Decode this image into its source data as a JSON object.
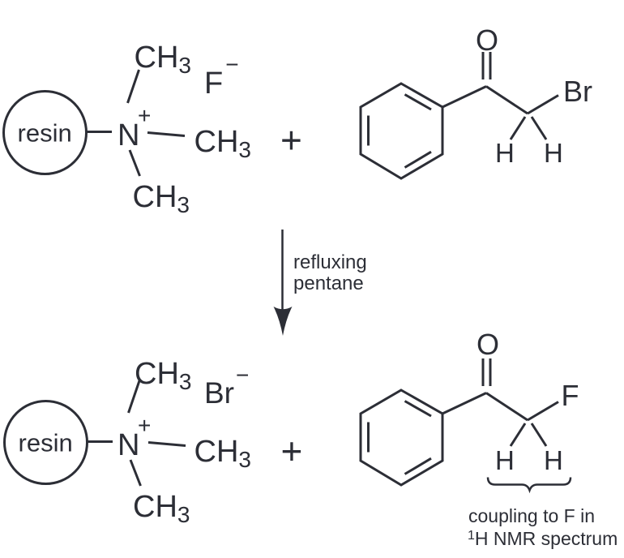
{
  "colors": {
    "ink": "#2c2e36",
    "background": "#ffffff"
  },
  "reactants": {
    "resin_ammonium_fluoride": {
      "resin": "resin",
      "nitrogen": "N",
      "nitrogen_charge": "+",
      "methyl_top": {
        "base": "CH",
        "sub": "3"
      },
      "methyl_right": {
        "base": "CH",
        "sub": "3"
      },
      "methyl_bottom": {
        "base": "CH",
        "sub": "3"
      },
      "counterion": "F",
      "counterion_charge": "−"
    },
    "plus": "+",
    "phenacyl_bromide": {
      "oxygen": "O",
      "halogen": "Br",
      "h_left": "H",
      "h_right": "H"
    }
  },
  "arrow": {
    "condition_line1": "refluxing",
    "condition_line2": "pentane"
  },
  "products": {
    "resin_ammonium_bromide": {
      "resin": "resin",
      "nitrogen": "N",
      "nitrogen_charge": "+",
      "methyl_top": {
        "base": "CH",
        "sub": "3"
      },
      "methyl_right": {
        "base": "CH",
        "sub": "3"
      },
      "methyl_bottom": {
        "base": "CH",
        "sub": "3"
      },
      "counterion": "Br",
      "counterion_charge": "−"
    },
    "plus": "+",
    "phenacyl_fluoride": {
      "oxygen": "O",
      "halogen": "F",
      "h_left": "H",
      "h_right": "H"
    }
  },
  "annotation": {
    "line1": "coupling to F in",
    "line2_sup": "1",
    "line2_rest": "H NMR spectrum"
  }
}
